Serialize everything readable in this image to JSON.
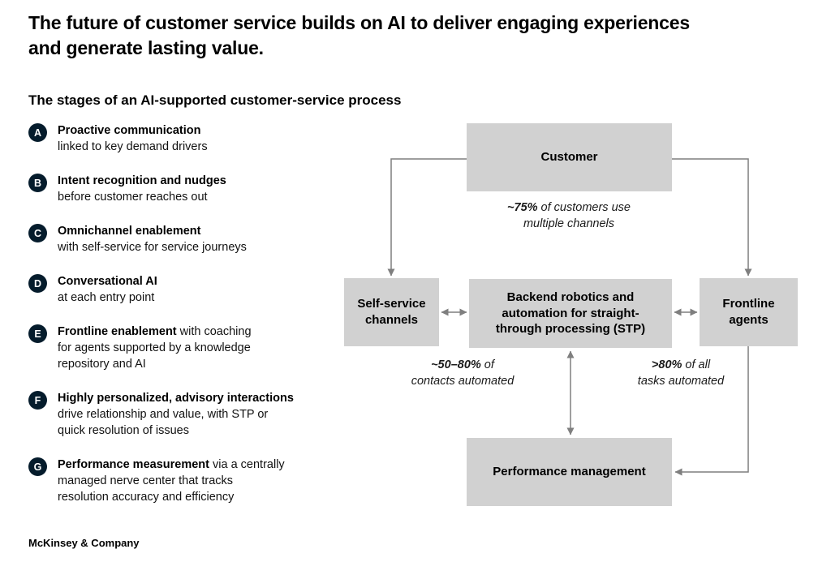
{
  "title": "The future of customer service builds on AI to deliver engaging experiences\nand generate lasting value.",
  "subtitle": "The stages of an AI-supported customer-service process",
  "stages": [
    {
      "letter": "A",
      "bold": "Proactive communication",
      "rest": "\nlinked to key demand drivers"
    },
    {
      "letter": "B",
      "bold": "Intent recognition and nudges",
      "rest": "\nbefore customer reaches out"
    },
    {
      "letter": "C",
      "bold": "Omnichannel enablement",
      "rest": "\nwith self-service for service journeys"
    },
    {
      "letter": "D",
      "bold": "Conversational AI",
      "rest": "\nat each entry point"
    },
    {
      "letter": "E",
      "bold": "Frontline enablement",
      "rest": " with coaching\nfor agents supported by a knowledge\nrepository and AI"
    },
    {
      "letter": "F",
      "bold": "Highly personalized, advisory interactions",
      "rest": "\ndrive relationship and value, with STP or\nquick resolution of issues"
    },
    {
      "letter": "G",
      "bold": "Performance measurement",
      "rest": " via a centrally\nmanaged nerve center that tracks\nresolution accuracy and efficiency"
    }
  ],
  "diagram": {
    "customer_box": "Customer",
    "self_service_box": "Self-service\nchannels",
    "backend_box": "Backend robotics and\nautomation for straight-\nthrough processing (STP)",
    "frontline_box": "Frontline\nagents",
    "performance_box": "Performance management",
    "note_customer": {
      "bold": "~75%",
      "rest": " of customers use\nmultiple channels"
    },
    "note_contacts": {
      "bold": "~50–80%",
      "rest": " of\ncontacts automated"
    },
    "note_tasks": {
      "bold": ">80%",
      "rest": " of all\ntasks automated"
    }
  },
  "footer": "McKinsey & Company",
  "colors": {
    "badge": "#051C2C",
    "box_fill": "#D1D1D1",
    "arrow": "#7F7F7F",
    "text": "#000000"
  }
}
